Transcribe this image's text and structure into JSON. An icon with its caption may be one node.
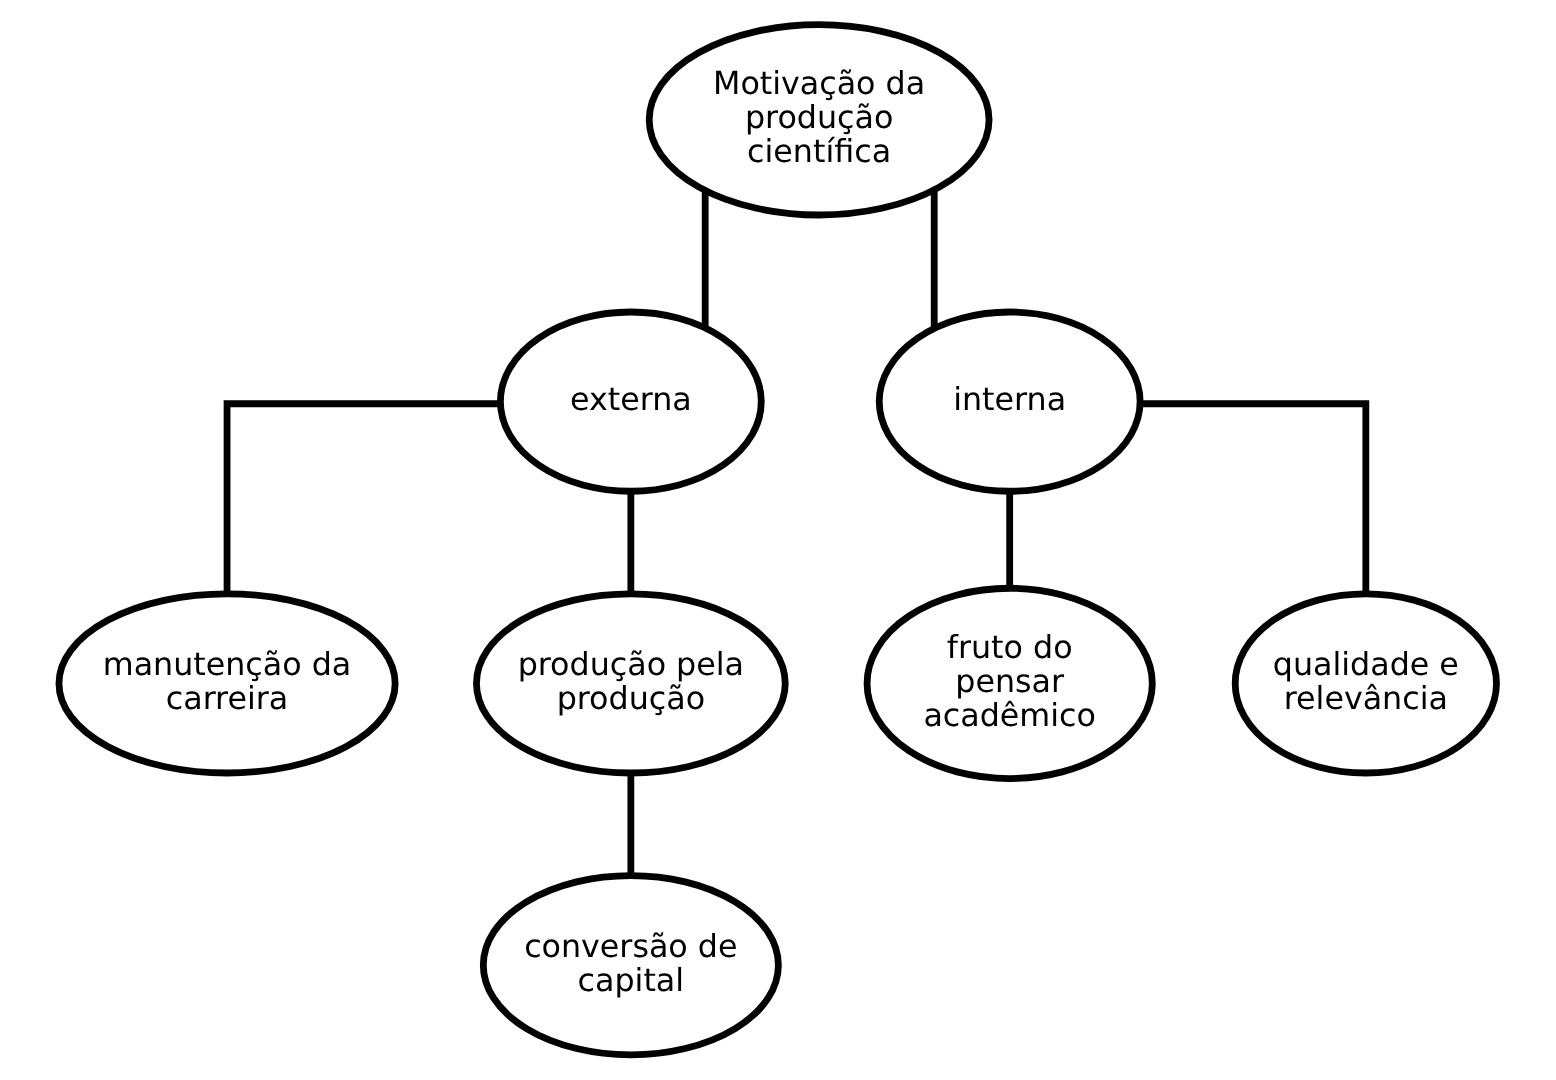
{
  "diagram": {
    "nodes": [
      {
        "text": [
          "Motivação da produção científica"
        ]
      },
      {
        "text": [
          "externa"
        ]
      },
      {
        "text": [
          "interna"
        ]
      },
      {
        "text": [
          "manutenção da carreira"
        ]
      },
      {
        "text": [
          "produção pela produção"
        ]
      },
      {
        "text": [
          "conversão de capital"
        ]
      },
      {
        "text": [
          "fruto do pensar acadêmico"
        ]
      },
      {
        "text": [
          "qualidade e relevância"
        ]
      }
    ],
    "edges": [
      {
        "from": 0,
        "to": 1,
        "arrow": "none"
      },
      {
        "from": 0,
        "to": 2,
        "arrow": "none"
      },
      {
        "from": 1,
        "to": 3,
        "arrow": "none"
      },
      {
        "from": 1,
        "to": 4,
        "arrow": "none"
      },
      {
        "from": 4,
        "to": 5,
        "arrow": "none"
      },
      {
        "from": 2,
        "to": 6,
        "arrow": "none"
      },
      {
        "from": 2,
        "to": 7,
        "arrow": "none"
      }
    ]
  }
}
